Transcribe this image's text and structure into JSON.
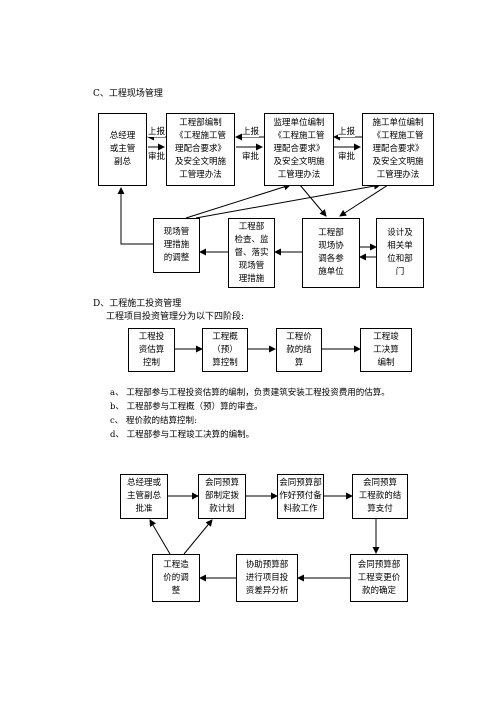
{
  "sectionC": {
    "title": "C、工程现场管理",
    "boxes": {
      "gm": "总经理\n或主管\n副总",
      "eng": "工程部编制\n《工程施工管\n理配合要求》\n及安全文明施\n工管理办法",
      "sup": "监理单位编制\n《工程施工管\n理配合要求》\n及安全文明施\n工管理办法",
      "con": "施工单位编制\n《工程施工管\n理配合要求》\n及安全文明施\n工管理办法",
      "adj": "现场管\n理措施\n的调整",
      "insp": "工程部\n检查、监\n督、落实\n现场管\n理措施",
      "coord": "工程部\n现场协\n调各参\n施单位",
      "design": "设计及\n相关单\n位和部\n门"
    },
    "labels": {
      "report": "上报",
      "approve": "审批"
    }
  },
  "sectionD": {
    "title": "D、工程施工投资管理",
    "subtitle": "工程项目投资管理分为以下四阶段:",
    "stages": [
      "工程投\n资估算\n控制",
      "工程概\n（预）\n算控制",
      "工程价\n款的结\n算",
      "工程竣\n工决算\n编制"
    ],
    "items": [
      "a、 工程部参与工程投资估算的编制，负责建筑安装工程投资费用的估算。",
      "b、 工程部参与工程概（预）算的审查。",
      "c、 程价款的结算控制:",
      "d、 工程部参与工程竣工决算的编制。"
    ]
  },
  "flow2": {
    "boxes": {
      "gm": "总经理或\n主管副总\n批准",
      "plan": "会同预算\n部制定拨\n款计划",
      "prep": "会同预算部\n作好预付备\n料款工作",
      "settle": "会同预算\n工程款的结\n算支付",
      "change": "会同预算部\n工程变更价\n款的确定",
      "diff": "协助预算部\n进行项目投\n资差异分析",
      "adjust": "工程造\n价的调\n整"
    }
  }
}
